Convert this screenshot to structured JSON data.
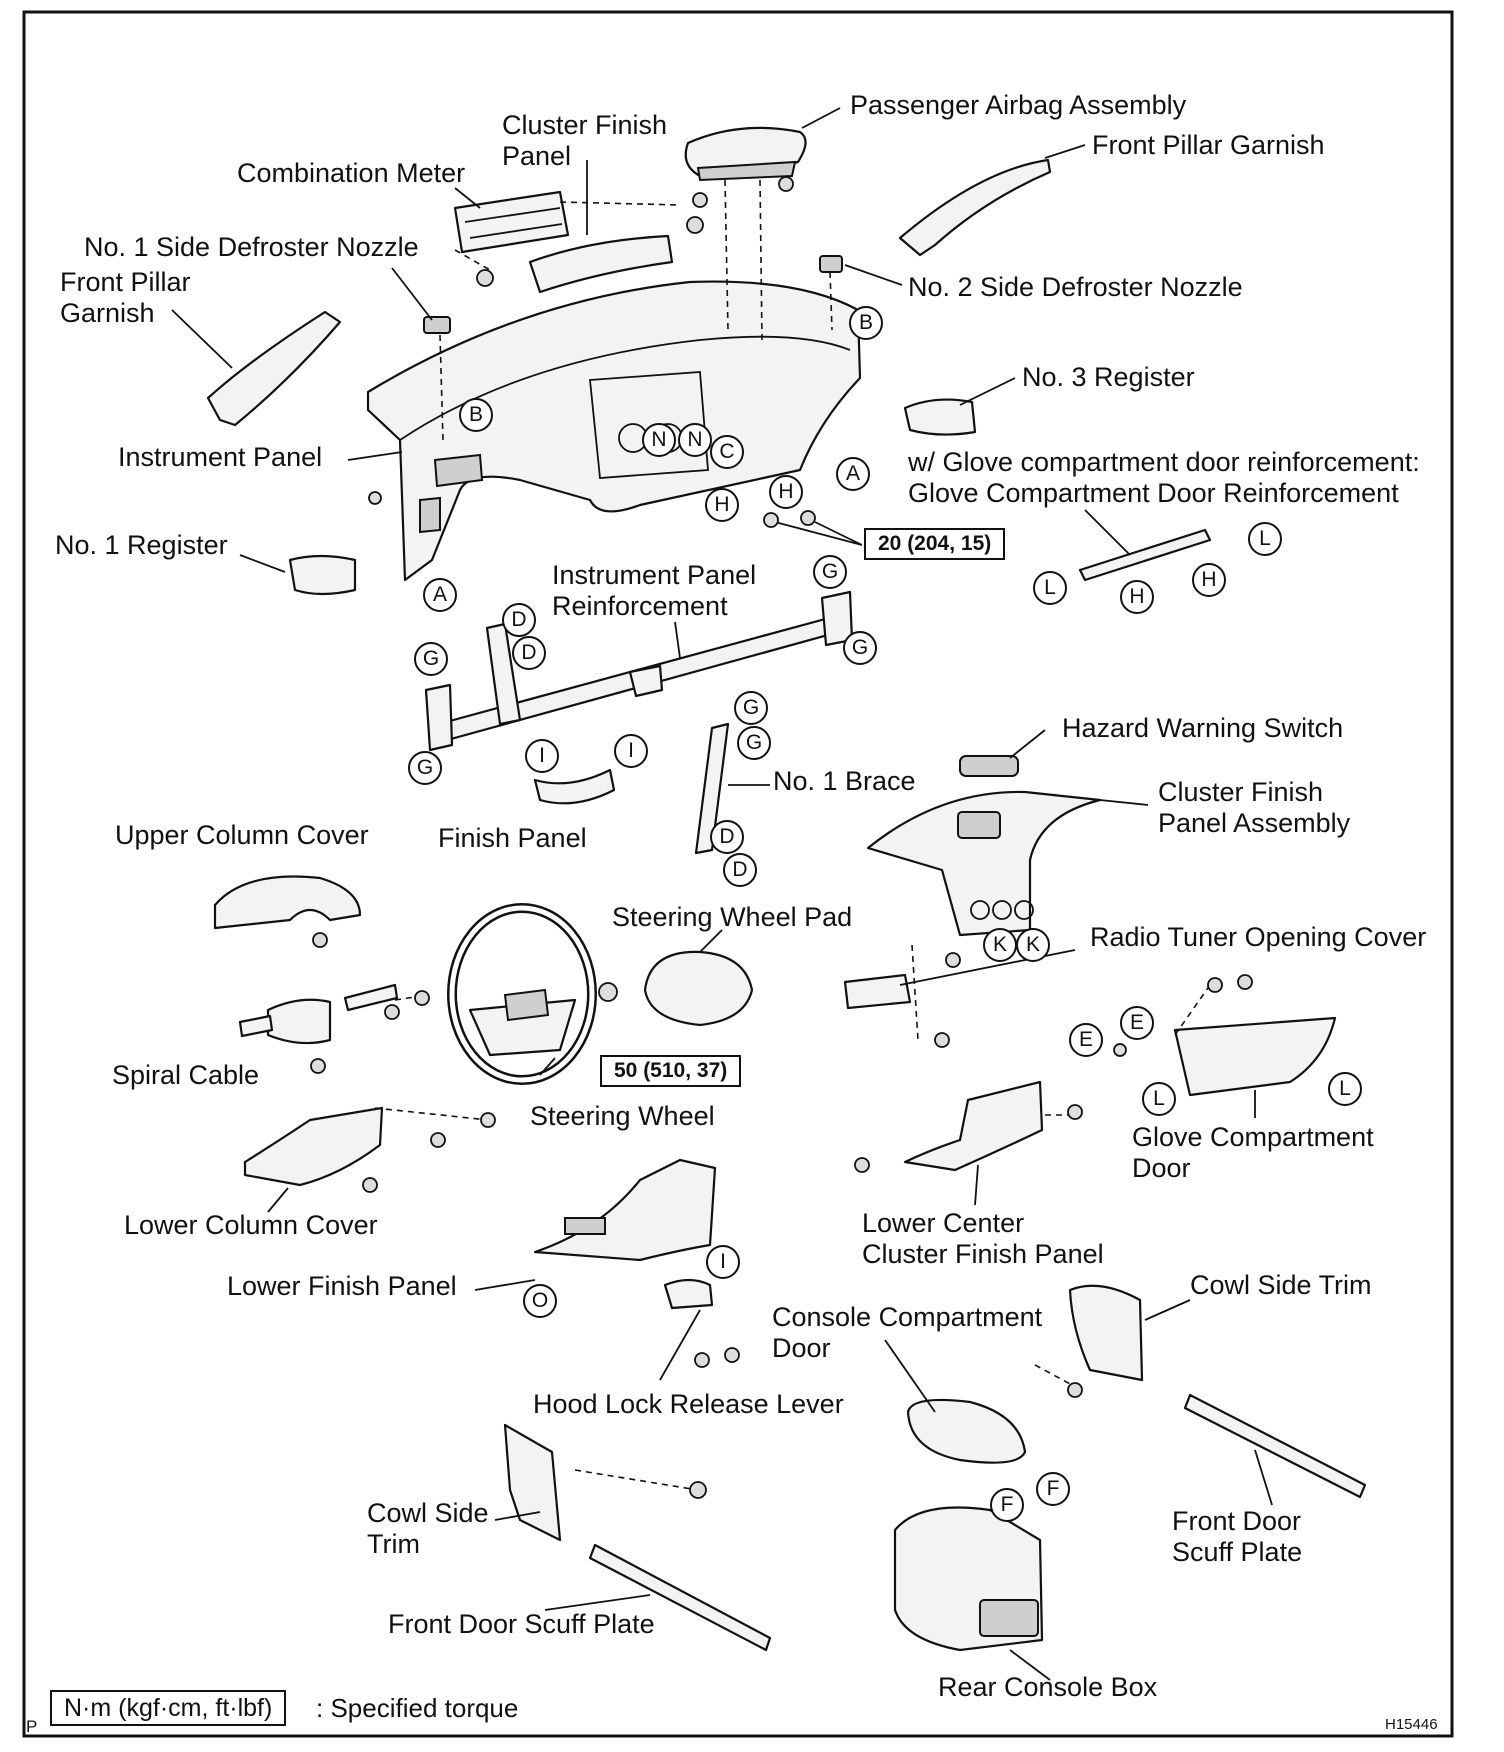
{
  "diagram": {
    "labels": {
      "passenger_airbag": "Passenger Airbag Assembly",
      "cluster_finish_panel_1": "Cluster Finish",
      "cluster_finish_panel_2": "Panel",
      "front_pillar_garnish_r": "Front Pillar Garnish",
      "combination_meter": "Combination Meter",
      "side_defroster_1": "No. 1 Side Defroster Nozzle",
      "front_pillar_garnish_l_1": "Front Pillar",
      "front_pillar_garnish_l_2": "Garnish",
      "side_defroster_2": "No. 2 Side Defroster Nozzle",
      "no3_register": "No. 3 Register",
      "instrument_panel": "Instrument Panel",
      "glove_reinf_note": "w/ Glove compartment door reinforcement:",
      "glove_reinf": "Glove Compartment Door Reinforcement",
      "no1_register": "No. 1 Register",
      "ip_reinf_1": "Instrument Panel",
      "ip_reinf_2": "Reinforcement",
      "hazard_switch": "Hazard Warning Switch",
      "no1_brace": "No. 1 Brace",
      "cluster_finish_assy_1": "Cluster Finish",
      "cluster_finish_assy_2": "Panel Assembly",
      "upper_column_cover": "Upper Column Cover",
      "finish_panel": "Finish Panel",
      "steering_wheel_pad": "Steering Wheel Pad",
      "radio_tuner_cover": "Radio Tuner Opening Cover",
      "spiral_cable": "Spiral Cable",
      "steering_wheel": "Steering Wheel",
      "glove_door_1": "Glove Compartment",
      "glove_door_2": "Door",
      "lower_column_cover": "Lower Column Cover",
      "lower_center_1": "Lower Center",
      "lower_center_2": "Cluster Finish Panel",
      "lower_finish_panel": "Lower Finish Panel",
      "cowl_side_trim_r": "Cowl Side Trim",
      "console_door_1": "Console Compartment",
      "console_door_2": "Door",
      "hood_lock": "Hood Lock Release Lever",
      "cowl_side_trim_l_1": "Cowl Side",
      "cowl_side_trim_l_2": "Trim",
      "front_door_scuff_r_1": "Front Door",
      "front_door_scuff_r_2": "Scuff Plate",
      "front_door_scuff_l": "Front Door Scuff Plate",
      "rear_console_box": "Rear Console Box"
    },
    "torques": {
      "t1": "20 (204, 15)",
      "t2": "50 (510, 37)"
    },
    "legend": {
      "box": "N·m (kgf·cm, ft·lbf)",
      "text": ": Specified torque"
    },
    "corner_mark": "P",
    "figure_code": "H15446",
    "markers": {
      "A": "A",
      "B": "B",
      "C": "C",
      "D": "D",
      "E": "E",
      "F": "F",
      "G": "G",
      "H": "H",
      "I": "I",
      "K": "K",
      "L": "L",
      "N": "N",
      "O": "O"
    }
  }
}
